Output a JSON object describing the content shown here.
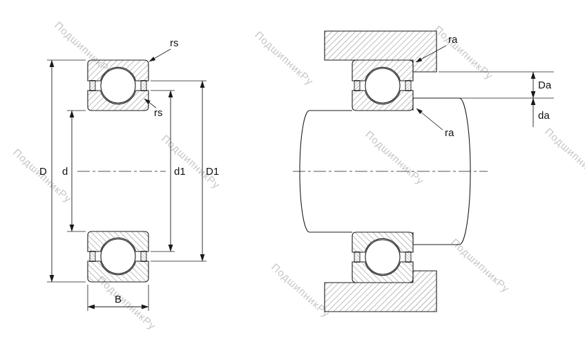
{
  "watermark": {
    "text": "ПодшипникРу"
  },
  "left_view": {
    "labels": {
      "rs_outer": "rs",
      "rs_inner": "rs",
      "outer_diameter": "D",
      "bore_diameter": "d",
      "inner_shoulder": "d1",
      "outer_shoulder": "D1",
      "width": "B"
    }
  },
  "right_view": {
    "labels": {
      "ra_housing": "ra",
      "ra_shaft": "ra",
      "housing_abutment": "Da",
      "shaft_abutment": "da"
    }
  },
  "colors": {
    "line": "#1a1a1a",
    "hatch": "#3a3a3a",
    "watermark": "#c6c6c6",
    "background": "#ffffff"
  }
}
